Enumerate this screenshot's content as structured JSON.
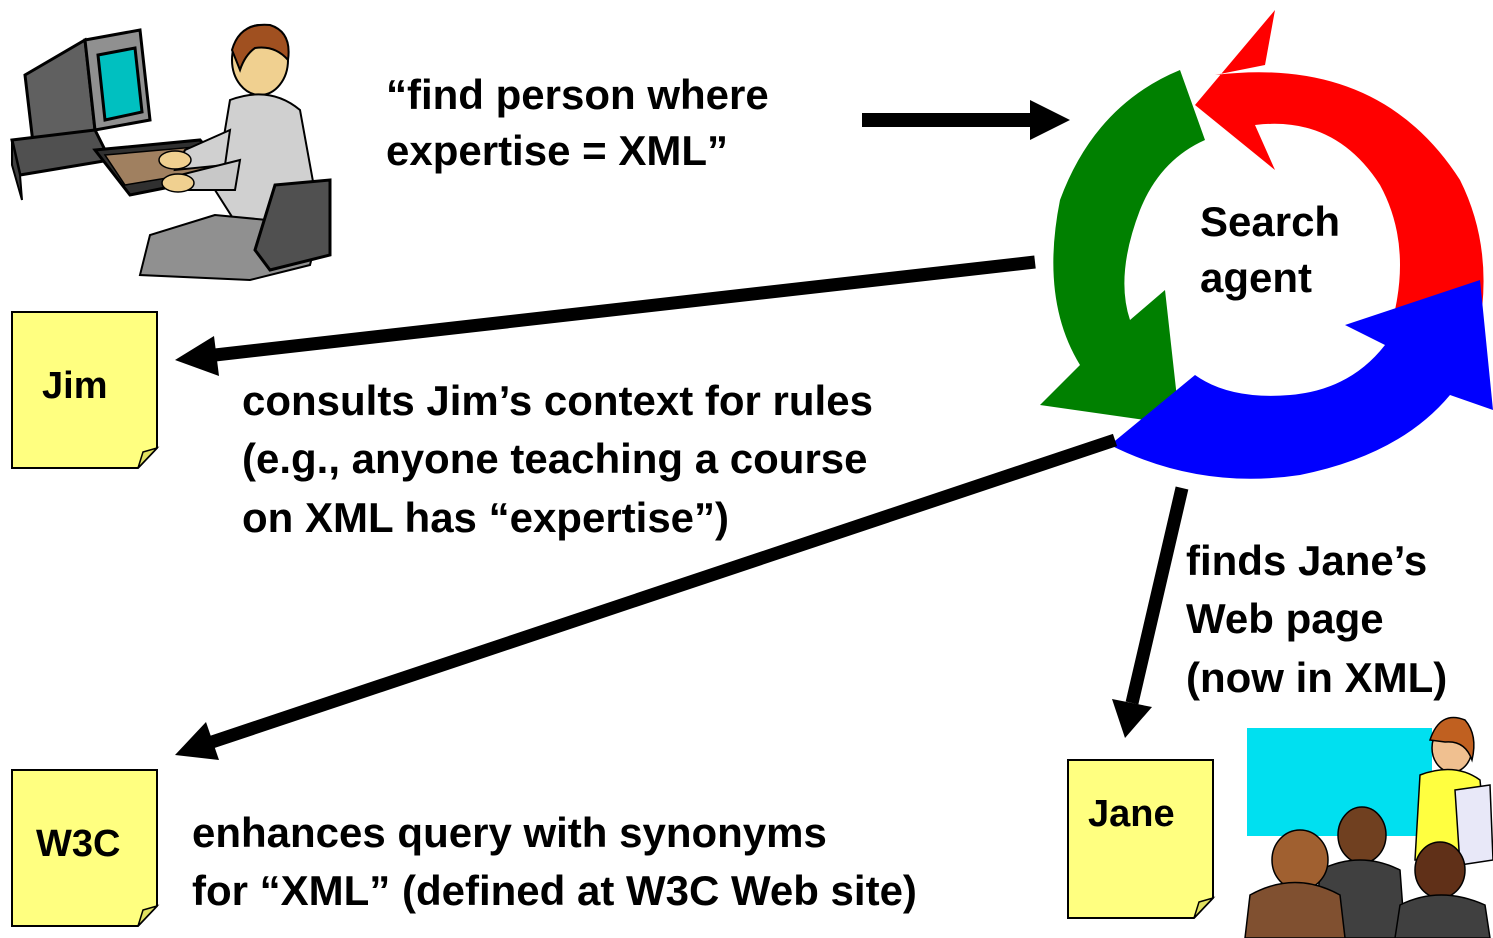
{
  "query": {
    "line1": "“find person where",
    "line2": "expertise = XML”"
  },
  "agent": {
    "line1": "Search",
    "line2": "agent"
  },
  "notes": {
    "jim": "Jim",
    "w3c": "W3C",
    "jane": "Jane"
  },
  "jim_step": {
    "line1": "consults Jim’s context for rules",
    "line2": "(e.g., anyone teaching a course",
    "line3": "on XML has “expertise”)"
  },
  "w3c_step": {
    "line1": "enhances query with synonyms",
    "line2": "for “XML” (defined at W3C Web site)"
  },
  "jane_step": {
    "line1": "finds Jane’s",
    "line2": "Web page",
    "line3": "(now in XML)"
  },
  "colors": {
    "note_fill": "#ffff80",
    "cycle_red": "#ff0000",
    "cycle_green": "#008000",
    "cycle_blue": "#0000ff",
    "screen": "#00c0c0",
    "board": "#00e0f0"
  }
}
